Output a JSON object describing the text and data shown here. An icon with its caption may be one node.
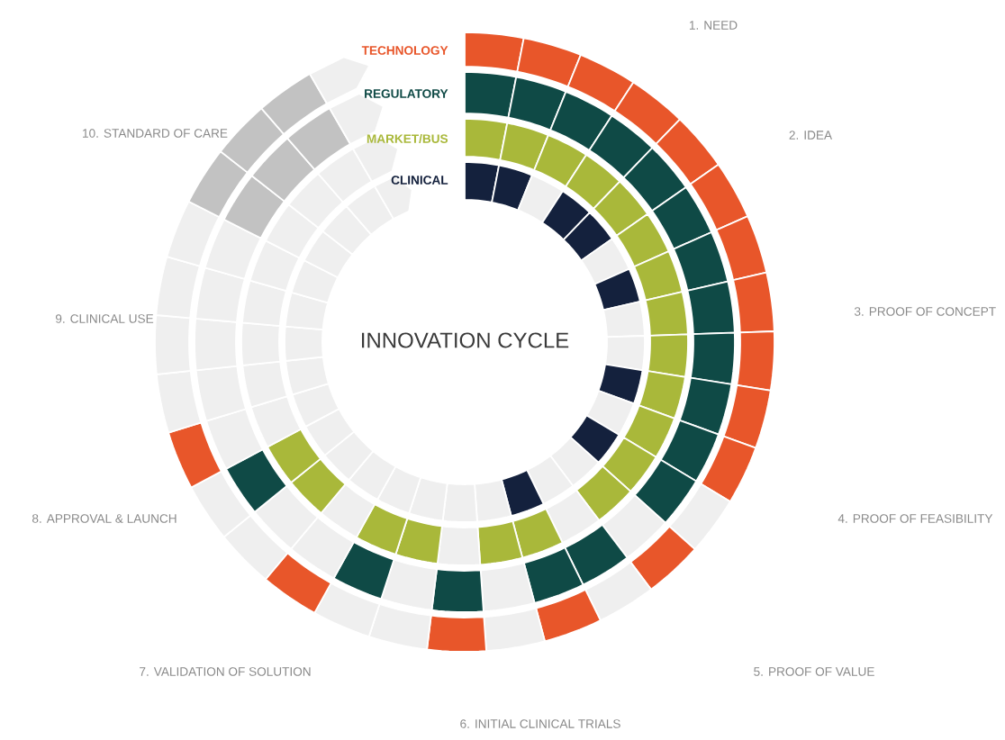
{
  "diagram": {
    "title": "INNOVATION CYCLE",
    "labels": [
      "TECHNOLOGY",
      "REGULATORY",
      "MARKET/BUS",
      "CLINICAL",
      "1. NEED",
      "2. IDEA",
      "3. PROOF OF CONCEPT",
      "4. PROOF OF FEASIBILITY",
      "5. PROOF OF VALUE",
      "6. INITIAL CLINICAL TRIALS",
      "7. VALIDATION OF SOLUTION",
      "8. APPROVAL & LAUNCH",
      "9. CLINICAL USE",
      "10. STANDARD OF CARE"
    ]
  }
}
